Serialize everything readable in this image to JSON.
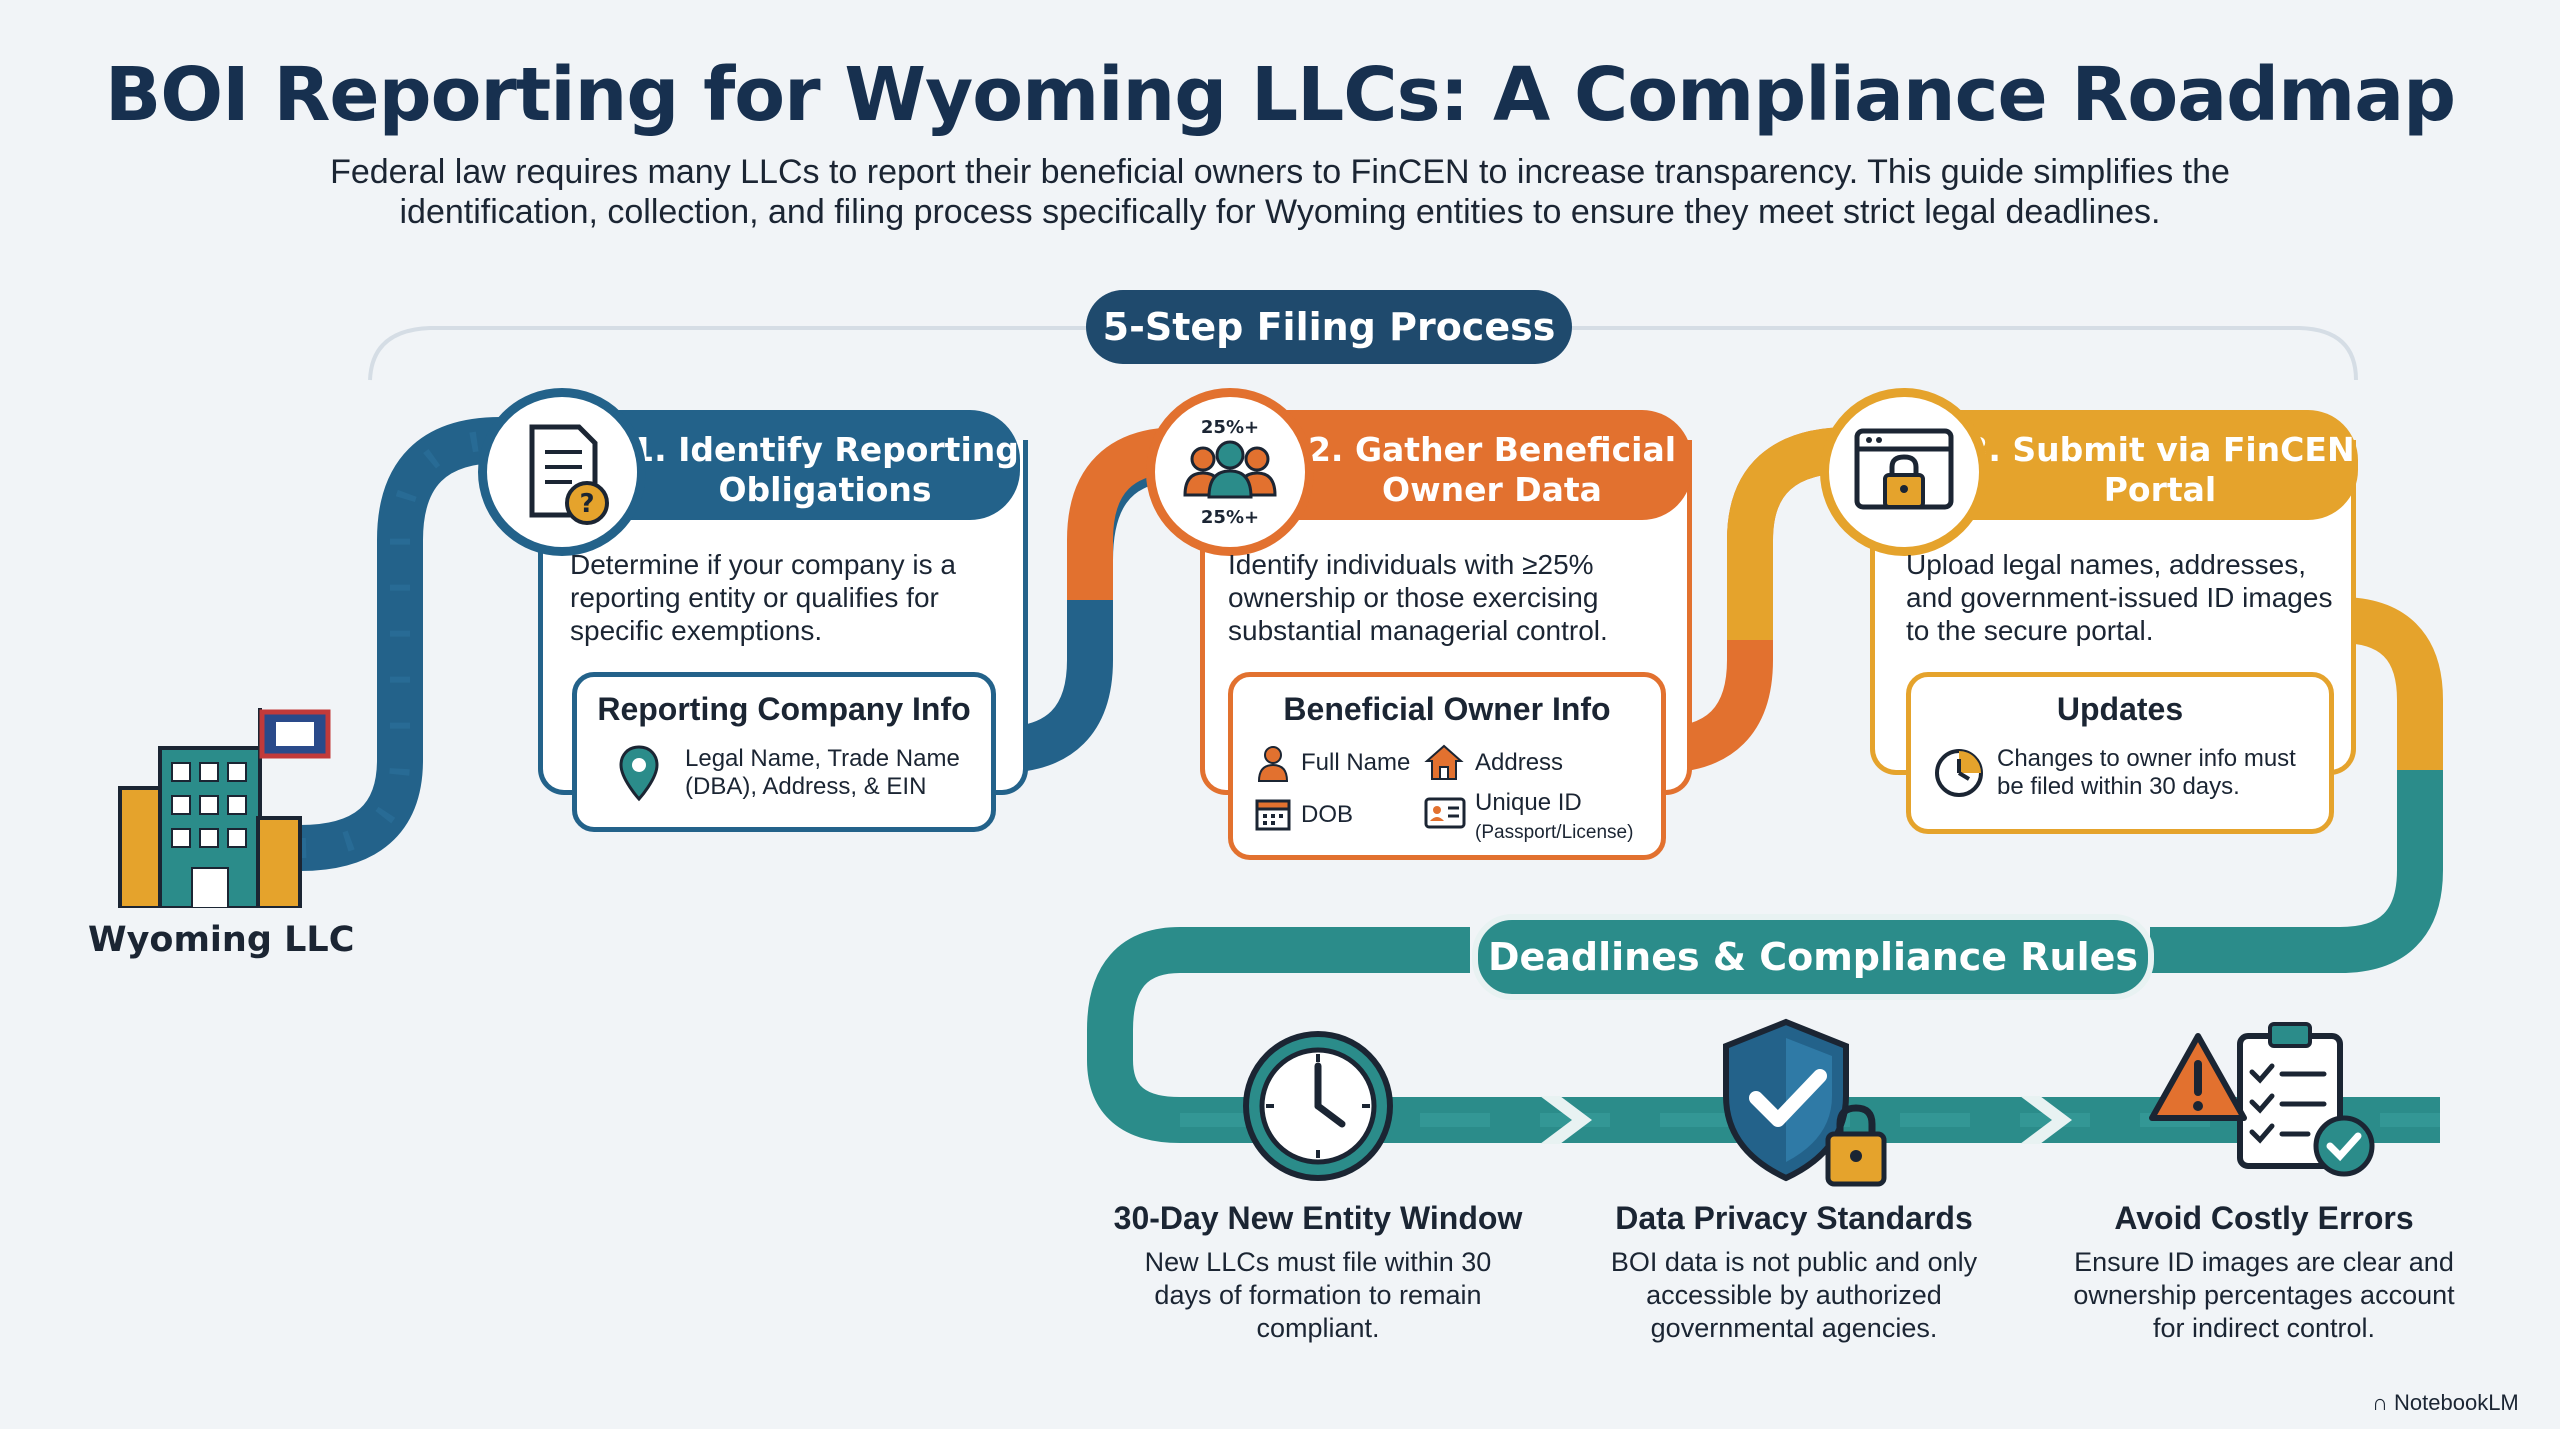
{
  "title": "BOI Reporting for Wyoming LLCs: A Compliance Roadmap",
  "intro": "Federal law requires many LLCs to report their beneficial owners to FinCEN to increase transparency. This guide simplifies the identification, collection, and filing process specifically for Wyoming entities to ensure they meet strict legal deadlines.",
  "process_label": "5-Step Filing Process",
  "start_label": "Wyoming LLC",
  "colors": {
    "blue": "#23628a",
    "orange": "#e2712f",
    "gold": "#e5a32c",
    "teal": "#2b8c8a",
    "navy": "#1f4a6d"
  },
  "steps": [
    {
      "header": "1. Identify Reporting Obligations",
      "description": "Determine if your company is a reporting entity or qualifies for specific exemptions.",
      "box_title": "Reporting Company Info",
      "box_text": "Legal Name, Trade Name (DBA), Address, & EIN",
      "icon": "document-question-icon"
    },
    {
      "header": "2. Gather Beneficial Owner Data",
      "description": "Identify individuals with ≥25% ownership or those exercising substantial managerial control.",
      "icon_label_top": "25%+",
      "icon_label_bottom": "25%+",
      "box_title": "Beneficial Owner Info",
      "fields": {
        "full_name": "Full Name",
        "address": "Address",
        "dob": "DOB",
        "unique_id": "Unique ID",
        "unique_id_note": "(Passport/License)"
      },
      "icon": "owners-group-icon"
    },
    {
      "header": "3. Submit via FinCEN Portal",
      "description": "Upload legal names, addresses, and government-issued ID images to the secure portal.",
      "box_title": "Updates",
      "box_text": "Changes to owner info must be filed within 30 days.",
      "icon": "secure-portal-icon"
    }
  ],
  "deadline_label": "Deadlines & Compliance Rules",
  "deadlines": [
    {
      "title": "30-Day New Entity Window",
      "description": "New LLCs must file within 30 days of formation to remain compliant.",
      "icon": "clock-icon"
    },
    {
      "title": "Data Privacy Standards",
      "description": "BOI data is not public and only accessible by authorized governmental agencies.",
      "icon": "shield-lock-icon"
    },
    {
      "title": "Avoid Costly Errors",
      "description": "Ensure ID images are clear and ownership percentages account for indirect control.",
      "icon": "warning-checklist-icon"
    }
  ],
  "brand": "NotebookLM"
}
